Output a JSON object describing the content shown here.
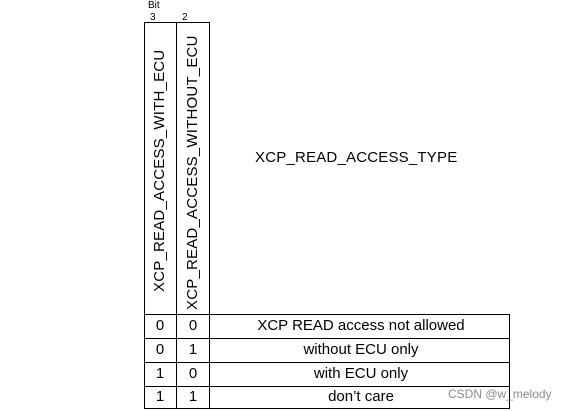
{
  "header": {
    "bit_label": "Bit",
    "bit_numbers": [
      "3",
      "2"
    ],
    "column_headers": [
      "XCP_READ_ACCESS_WITH_ECU",
      "XCP_READ_ACCESS_WITHOUT_ECU"
    ],
    "type_title": "XCP_READ_ACCESS_TYPE"
  },
  "rows": [
    {
      "bit3": "0",
      "bit2": "0",
      "description": "XCP READ access not allowed"
    },
    {
      "bit3": "0",
      "bit2": "1",
      "description": "without ECU only"
    },
    {
      "bit3": "1",
      "bit2": "0",
      "description": "with ECU only"
    },
    {
      "bit3": "1",
      "bit2": "1",
      "description": "don’t care"
    }
  ],
  "watermark": "CSDN @w_melody"
}
